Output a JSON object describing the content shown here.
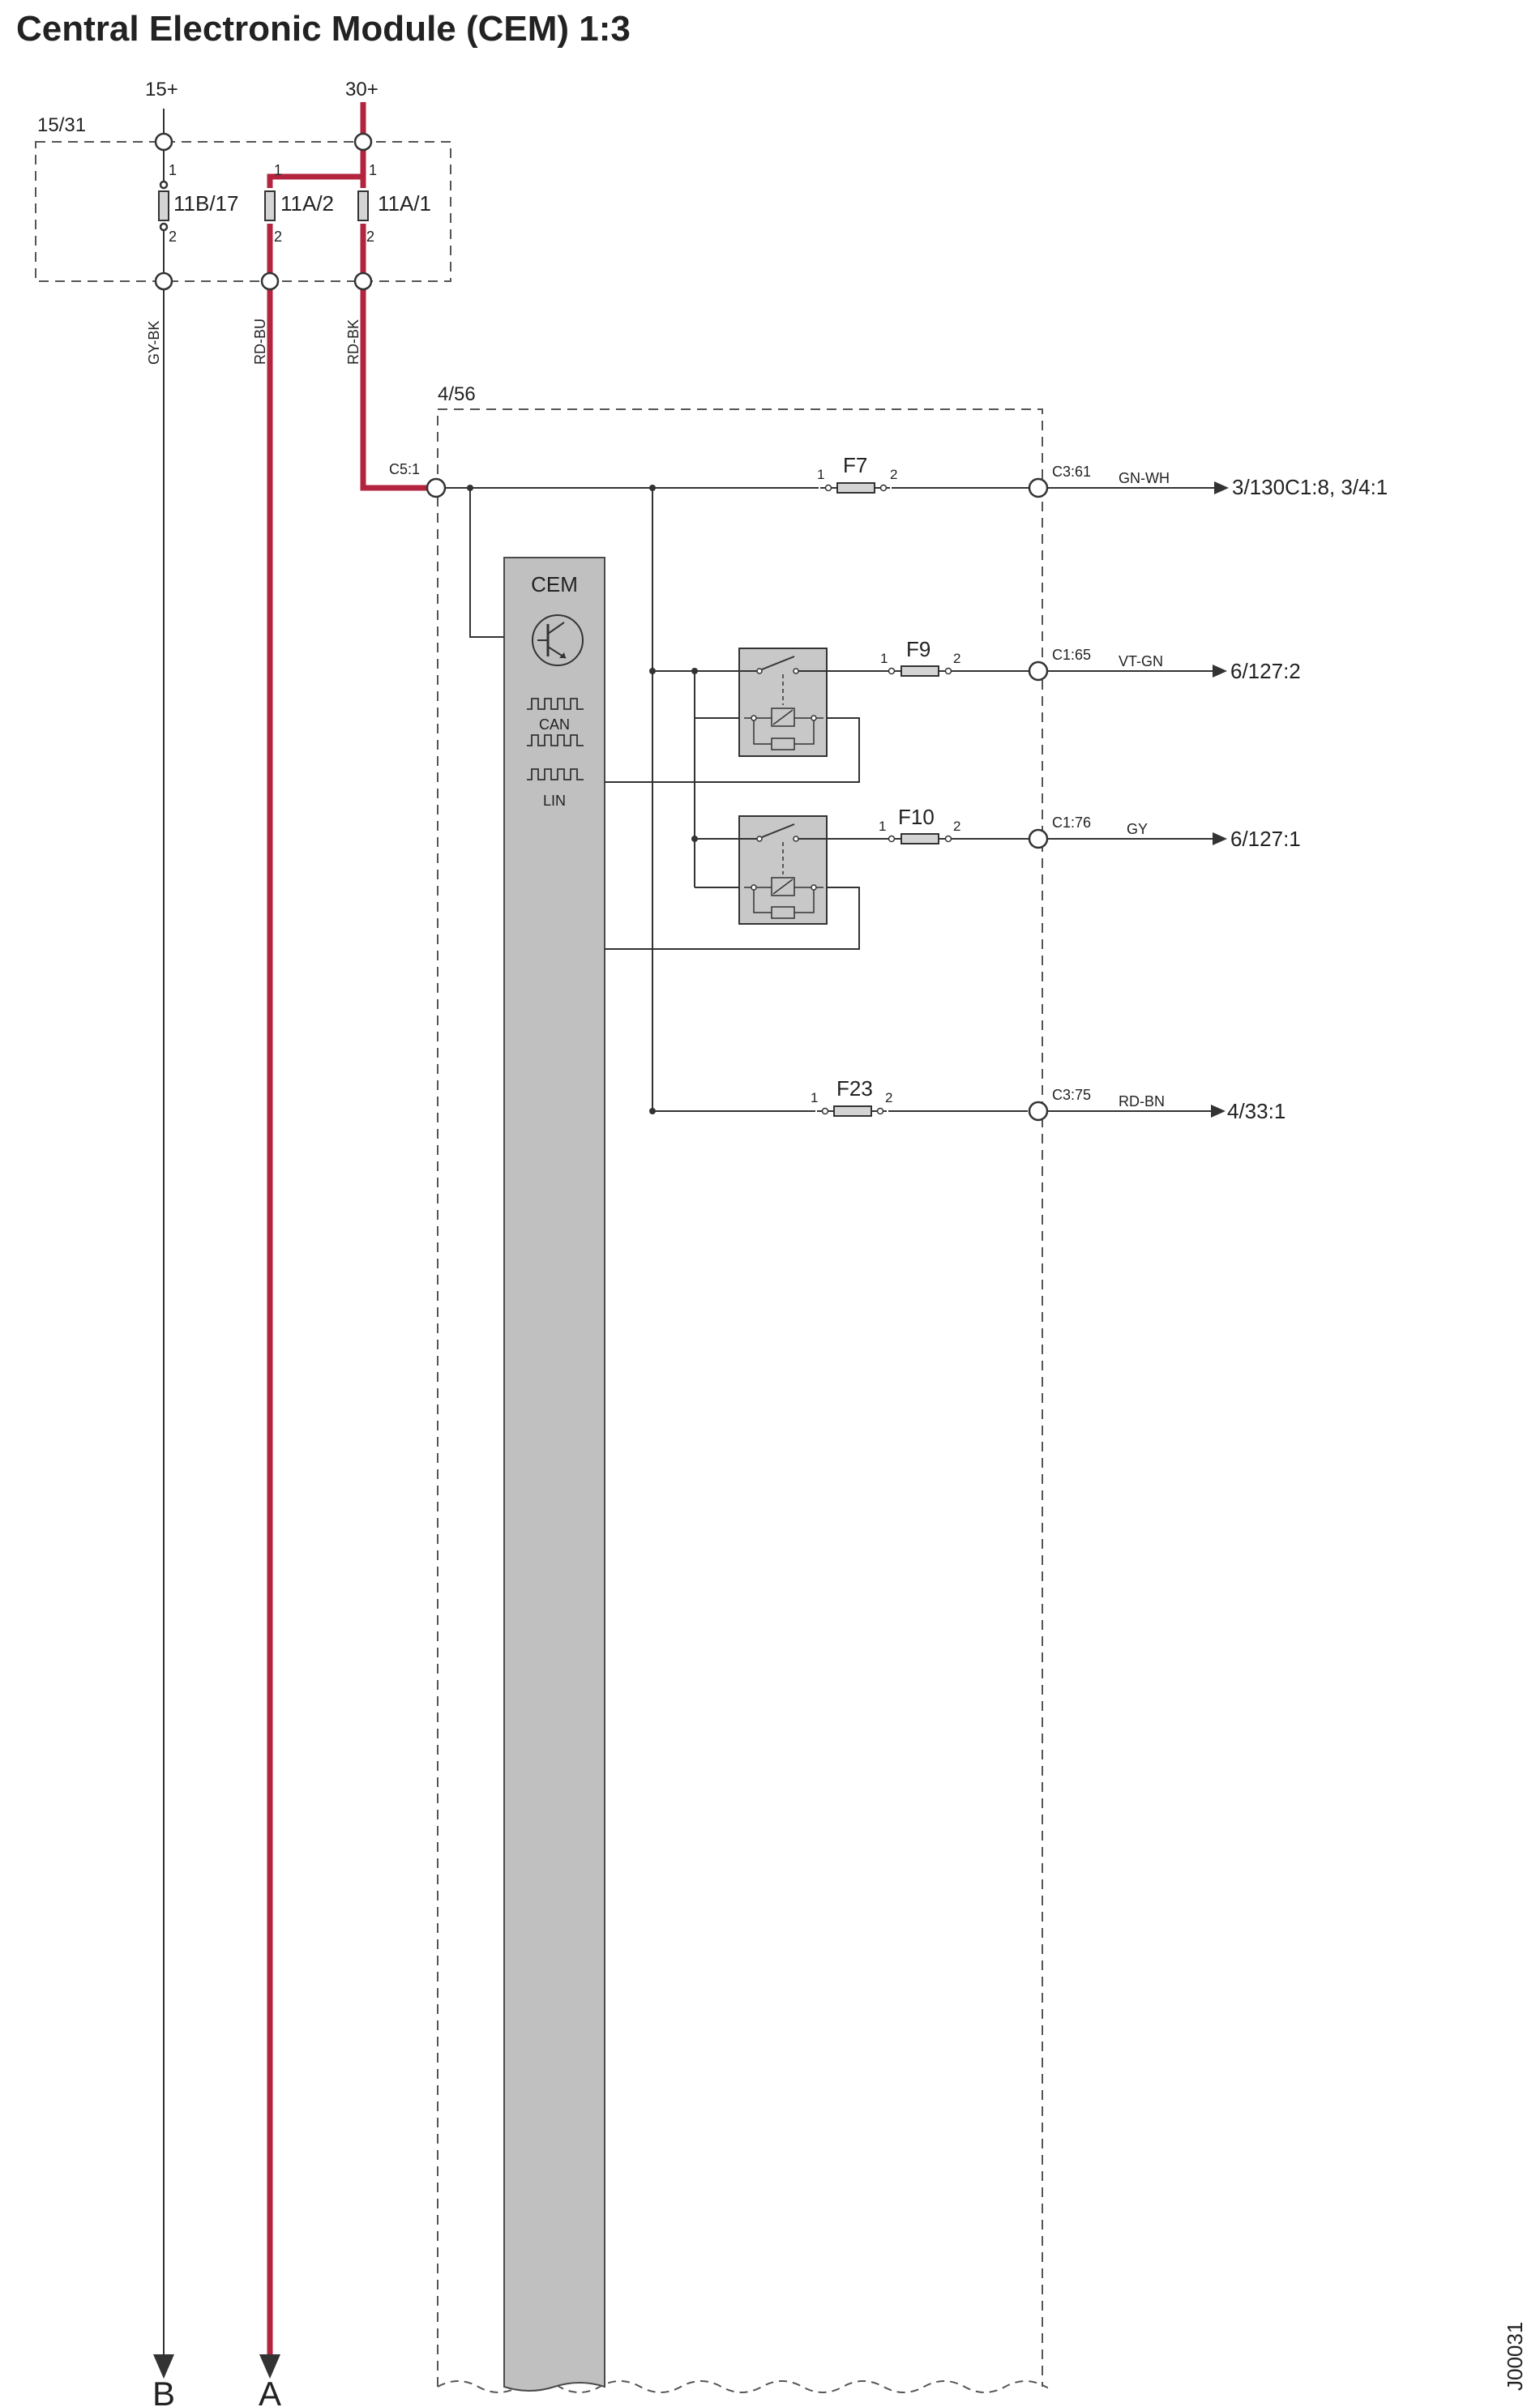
{
  "title": "Central Electronic Module (CEM) 1:3",
  "supplies": {
    "s15": "15+",
    "s30": "30+"
  },
  "fusebox": {
    "label": "15/31",
    "fuses": [
      {
        "name": "11B/17",
        "pin_in": "1",
        "pin_out": "2",
        "wire": "GY-BK"
      },
      {
        "name": "11A/2",
        "pin_in": "1",
        "pin_out": "2",
        "wire": "RD-BU"
      },
      {
        "name": "11A/1",
        "pin_in": "1",
        "pin_out": "2",
        "wire": "RD-BK"
      }
    ]
  },
  "module": {
    "label": "4/56",
    "input_connector": "C5:1",
    "cem_label": "CEM",
    "can_label": "CAN",
    "lin_label": "LIN"
  },
  "outputs": [
    {
      "fuse": "F7",
      "pin_in": "1",
      "pin_out": "2",
      "connector": "C3:61",
      "wire": "GN-WH",
      "destination": "3/130C1:8, 3/4:1"
    },
    {
      "fuse": "F9",
      "pin_in": "1",
      "pin_out": "2",
      "connector": "C1:65",
      "wire": "VT-GN",
      "destination": "6/127:2"
    },
    {
      "fuse": "F10",
      "pin_in": "1",
      "pin_out": "2",
      "connector": "C1:76",
      "wire": "GY",
      "destination": "6/127:1"
    },
    {
      "fuse": "F23",
      "pin_in": "1",
      "pin_out": "2",
      "connector": "C3:75",
      "wire": "RD-BN",
      "destination": "4/33:1"
    }
  ],
  "continuations": {
    "left": "B",
    "right": "A"
  },
  "diagram_id": "J00031",
  "colors": {
    "live_wire": "#b3243f",
    "cem_fill": "#c0c0c0",
    "relay_fill": "#c8c8c8"
  }
}
